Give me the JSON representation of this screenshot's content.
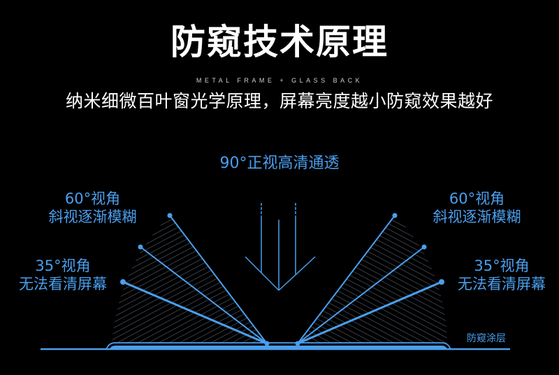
{
  "header": {
    "title": "防窥技术原理",
    "subtitle_en": "METAL FRAME + GLASS BACK",
    "subtitle_cn": "纳米细微百叶窗光学原理，屏幕亮度越小防窥效果越好"
  },
  "diagram": {
    "center_label": "90°正视高清通透",
    "left_60": {
      "angle": "60°视角",
      "desc": "斜视逐渐模糊"
    },
    "left_35": {
      "angle": "35°视角",
      "desc": "无法看清屏幕"
    },
    "right_60": {
      "angle": "60°视角",
      "desc": "斜视逐渐模糊"
    },
    "right_35": {
      "angle": "35°视角",
      "desc": "无法看清屏幕"
    },
    "coating_label": "防窥涂层",
    "colors": {
      "accent": "#4a9fee",
      "background": "#000000",
      "hatch": "#6a7688"
    }
  }
}
